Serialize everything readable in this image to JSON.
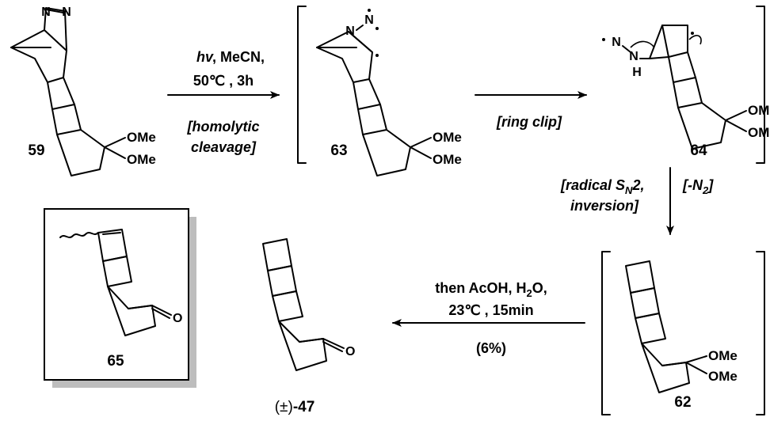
{
  "compounds": {
    "c59": "59",
    "c63": "63",
    "c64": "64",
    "c62": "62",
    "c65": "65",
    "c47_prefix": "(±)",
    "c47": "-47"
  },
  "atoms": {
    "ome": "OMe",
    "n": "N",
    "h": "H",
    "o": "O"
  },
  "step1": {
    "line1_italic": "hv",
    "line1_rest": ", MeCN,",
    "line2": "50℃ , 3h",
    "line3": "[homolytic",
    "line4": "cleavage]"
  },
  "step2": {
    "label": "[ring clip]"
  },
  "step3": {
    "line1_a": "[radical S",
    "line1_sub": "N",
    "line1_b": "2,",
    "line2": "inversion]",
    "extra_a": "[-N",
    "extra_sub": "2",
    "extra_b": "]"
  },
  "step4": {
    "line1_a": "then AcOH, H",
    "line1_sub": "2",
    "line1_b": "O,",
    "line2": "23℃ , 15min",
    "line3": "(6%)"
  }
}
